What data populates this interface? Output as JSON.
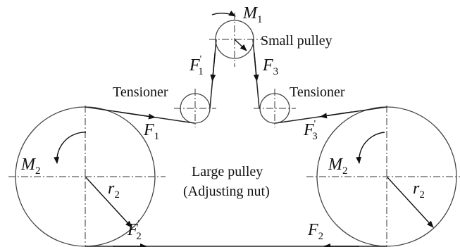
{
  "labels": {
    "small_pulley": "Small pulley",
    "tensioner_left": "Tensioner",
    "tensioner_right": "Tensioner",
    "large_pulley": "Large pulley",
    "adjusting_nut": "(Adjusting nut)"
  },
  "forces": {
    "M1": {
      "symbol": "M",
      "sub": "1",
      "prime": ""
    },
    "M2_left": {
      "symbol": "M",
      "sub": "2",
      "prime": ""
    },
    "M2_right": {
      "symbol": "M",
      "sub": "2",
      "prime": ""
    },
    "F1_prime": {
      "symbol": "F",
      "sub": "1",
      "prime": "'"
    },
    "F3": {
      "symbol": "F",
      "sub": "3",
      "prime": ""
    },
    "F1": {
      "symbol": "F",
      "sub": "1",
      "prime": ""
    },
    "F3_prime": {
      "symbol": "F",
      "sub": "3",
      "prime": "'"
    },
    "F2_prime": {
      "symbol": "F",
      "sub": "2",
      "prime": "'"
    },
    "F2": {
      "symbol": "F",
      "sub": "2",
      "prime": ""
    },
    "r2_left": {
      "symbol": "r",
      "sub": "2",
      "prime": ""
    },
    "r2_right": {
      "symbol": "r",
      "sub": "2",
      "prime": ""
    }
  },
  "colors": {
    "line": "#222222",
    "background": "#ffffff"
  }
}
